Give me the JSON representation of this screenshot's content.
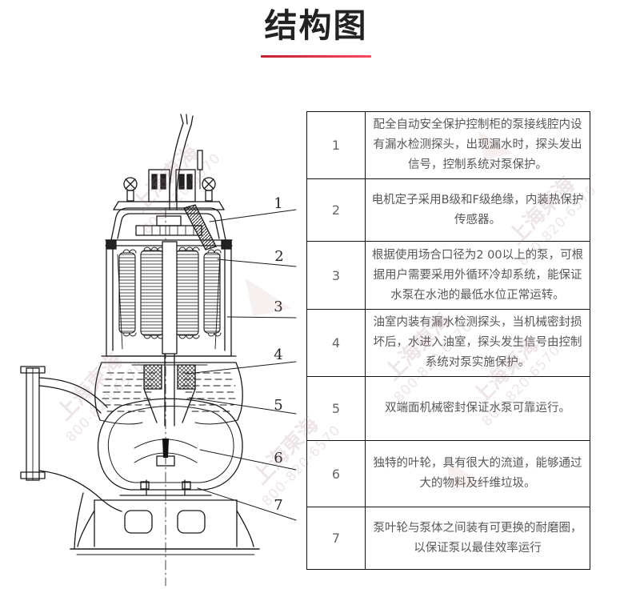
{
  "header": {
    "title": "结构图"
  },
  "colors": {
    "accent_red_dark": "#c2202e",
    "accent_red_light": "#f8495f",
    "title_text": "#222222",
    "table_text": "#575757",
    "table_border": "#111111",
    "line_art": "#1a1a1a"
  },
  "table": {
    "rows": [
      {
        "num": "1",
        "desc": "配全自动安全保护控制柜的泵接线腔内设有漏水检测探头，出现漏水时，探头发出信号，控制系统对泵保护。"
      },
      {
        "num": "2",
        "desc": "电机定子采用B级和F级绝缘，内装热保护传感器。"
      },
      {
        "num": "3",
        "desc": "根据使用场合口径为2 00以上的泵，可根据用户需要采用外循环冷却系统，能保证水泵在水池的最低水位正常运转。"
      },
      {
        "num": "4",
        "desc": "油室内装有漏水检测探头，当机械密封损坏后，水进入油室，探头发生信号由控制系统对泵实施保护。"
      },
      {
        "num": "5",
        "desc": "双端面机械密封保证水泵可靠运行。"
      },
      {
        "num": "6",
        "desc": "独特的叶轮，具有很大的流道，能够通过大的物料及纤维垃圾。"
      },
      {
        "num": "7",
        "desc": "泵叶轮与泵体之间装有可更换的耐磨圈，以保证泵以最佳效率运行"
      }
    ]
  },
  "diagram": {
    "callouts": [
      {
        "label": "1"
      },
      {
        "label": "2"
      },
      {
        "label": "3"
      },
      {
        "label": "4"
      },
      {
        "label": "5"
      },
      {
        "label": "6"
      },
      {
        "label": "7"
      }
    ]
  },
  "watermark": {
    "line1": "上海東海",
    "line2": "800-820-6570",
    "logo_glyph": "◣"
  }
}
